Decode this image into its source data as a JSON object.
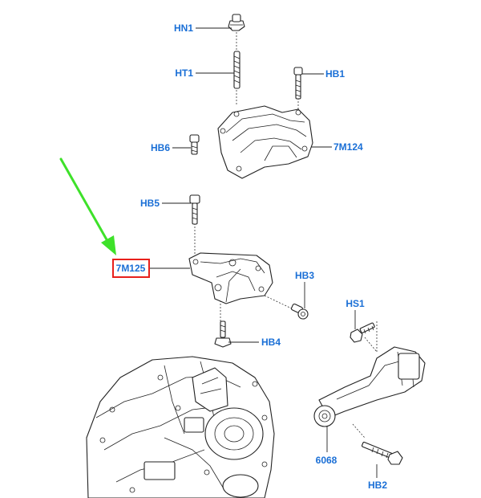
{
  "diagram": {
    "label_color": "#1a6fd6",
    "highlight_color": "#e8201c",
    "arrow_color": "#3ee12a",
    "callouts": {
      "hn1": "HN1",
      "ht1": "HT1",
      "hb1": "HB1",
      "hb6": "HB6",
      "m7m124": "7M124",
      "hb5": "HB5",
      "m7m125": "7M125",
      "hb3": "HB3",
      "hb4": "HB4",
      "hs1": "HS1",
      "p6068": "6068",
      "hb2": "HB2"
    }
  }
}
